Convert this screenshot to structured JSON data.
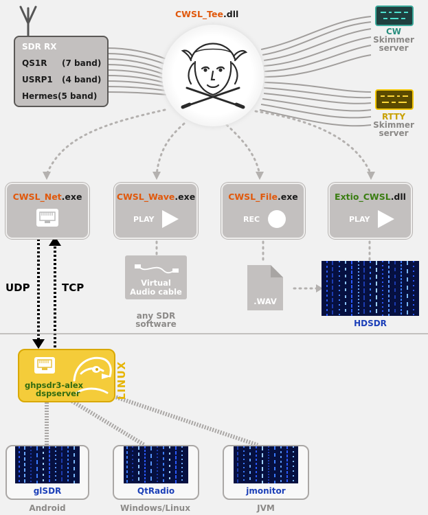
{
  "sdr_rx": {
    "title": "SDR RX",
    "radios": [
      {
        "name": "QS1R",
        "band": "(7 band)"
      },
      {
        "name": "USRP1",
        "band": "(4 band)"
      },
      {
        "name": "Hermes",
        "band": "(5 band)"
      }
    ]
  },
  "tee": {
    "name": "CWSL_Tee",
    "ext": ".dll"
  },
  "cw_skimmer": {
    "line1": "CW",
    "line2": "Skimmer",
    "line3": "server",
    "color": "#2a8f7f"
  },
  "rtty_skimmer": {
    "line1": "RTTY",
    "line2": "Skimmer",
    "line3": "server",
    "color": "#c8a000"
  },
  "modules": [
    {
      "name": "CWSL_Net",
      "ext": ".exe",
      "control": ""
    },
    {
      "name": "CWSL_Wave",
      "ext": ".exe",
      "control": "PLAY"
    },
    {
      "name": "CWSL_File",
      "ext": ".exe",
      "control": "REC"
    },
    {
      "name": "Extio_CWSL",
      "ext": ".dll",
      "control": "PLAY"
    }
  ],
  "protocols": {
    "udp": "UDP",
    "tcp": "TCP"
  },
  "virtual_cable": {
    "line1": "Virtual",
    "line2": "Audio cable",
    "caption1": "any SDR",
    "caption2": "software"
  },
  "wav_file": ".WAV",
  "hdsdr": "HDSDR",
  "linux": {
    "label": "LINUX",
    "server1": "ghpsdr3-alex",
    "server2": "dspserver"
  },
  "clients": [
    {
      "name": "glSDR",
      "platform": "Android"
    },
    {
      "name": "QtRadio",
      "platform": "Windows/Linux"
    },
    {
      "name": "jmonitor",
      "platform": "JVM"
    }
  ],
  "colors": {
    "module_box": "#c3c0bf",
    "name_orange": "#e0580c",
    "name_green": "#3a7d12",
    "label_blue": "#1b3fb8",
    "linux_yellow": "#f4cc3a",
    "waterfall": "#061040"
  }
}
